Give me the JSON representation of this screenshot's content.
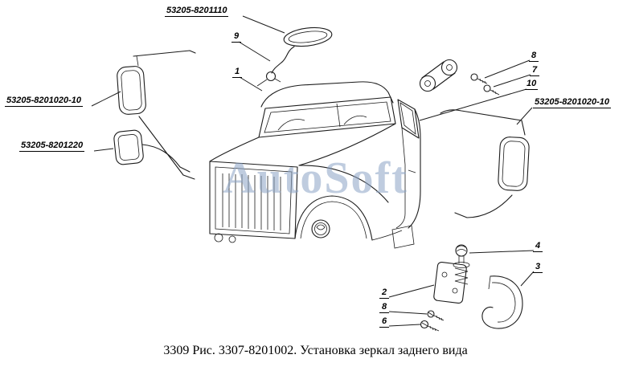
{
  "watermark": "AutoSoft",
  "caption": "3309 Рис. 3307-8201002. Установка зеркал заднего вида",
  "callouts": {
    "mirror_top_part": "53205-8201110",
    "item9": "9",
    "item1": "1",
    "item8_top": "8",
    "item7": "7",
    "item10": "10",
    "mirror_left_upper_part": "53205-8201020-10",
    "mirror_right_part": "53205-8201020-10",
    "mirror_left_lower_part": "53205-8201220",
    "item4": "4",
    "item3": "3",
    "item2": "2",
    "item8_bottom": "8",
    "item6": "6"
  }
}
